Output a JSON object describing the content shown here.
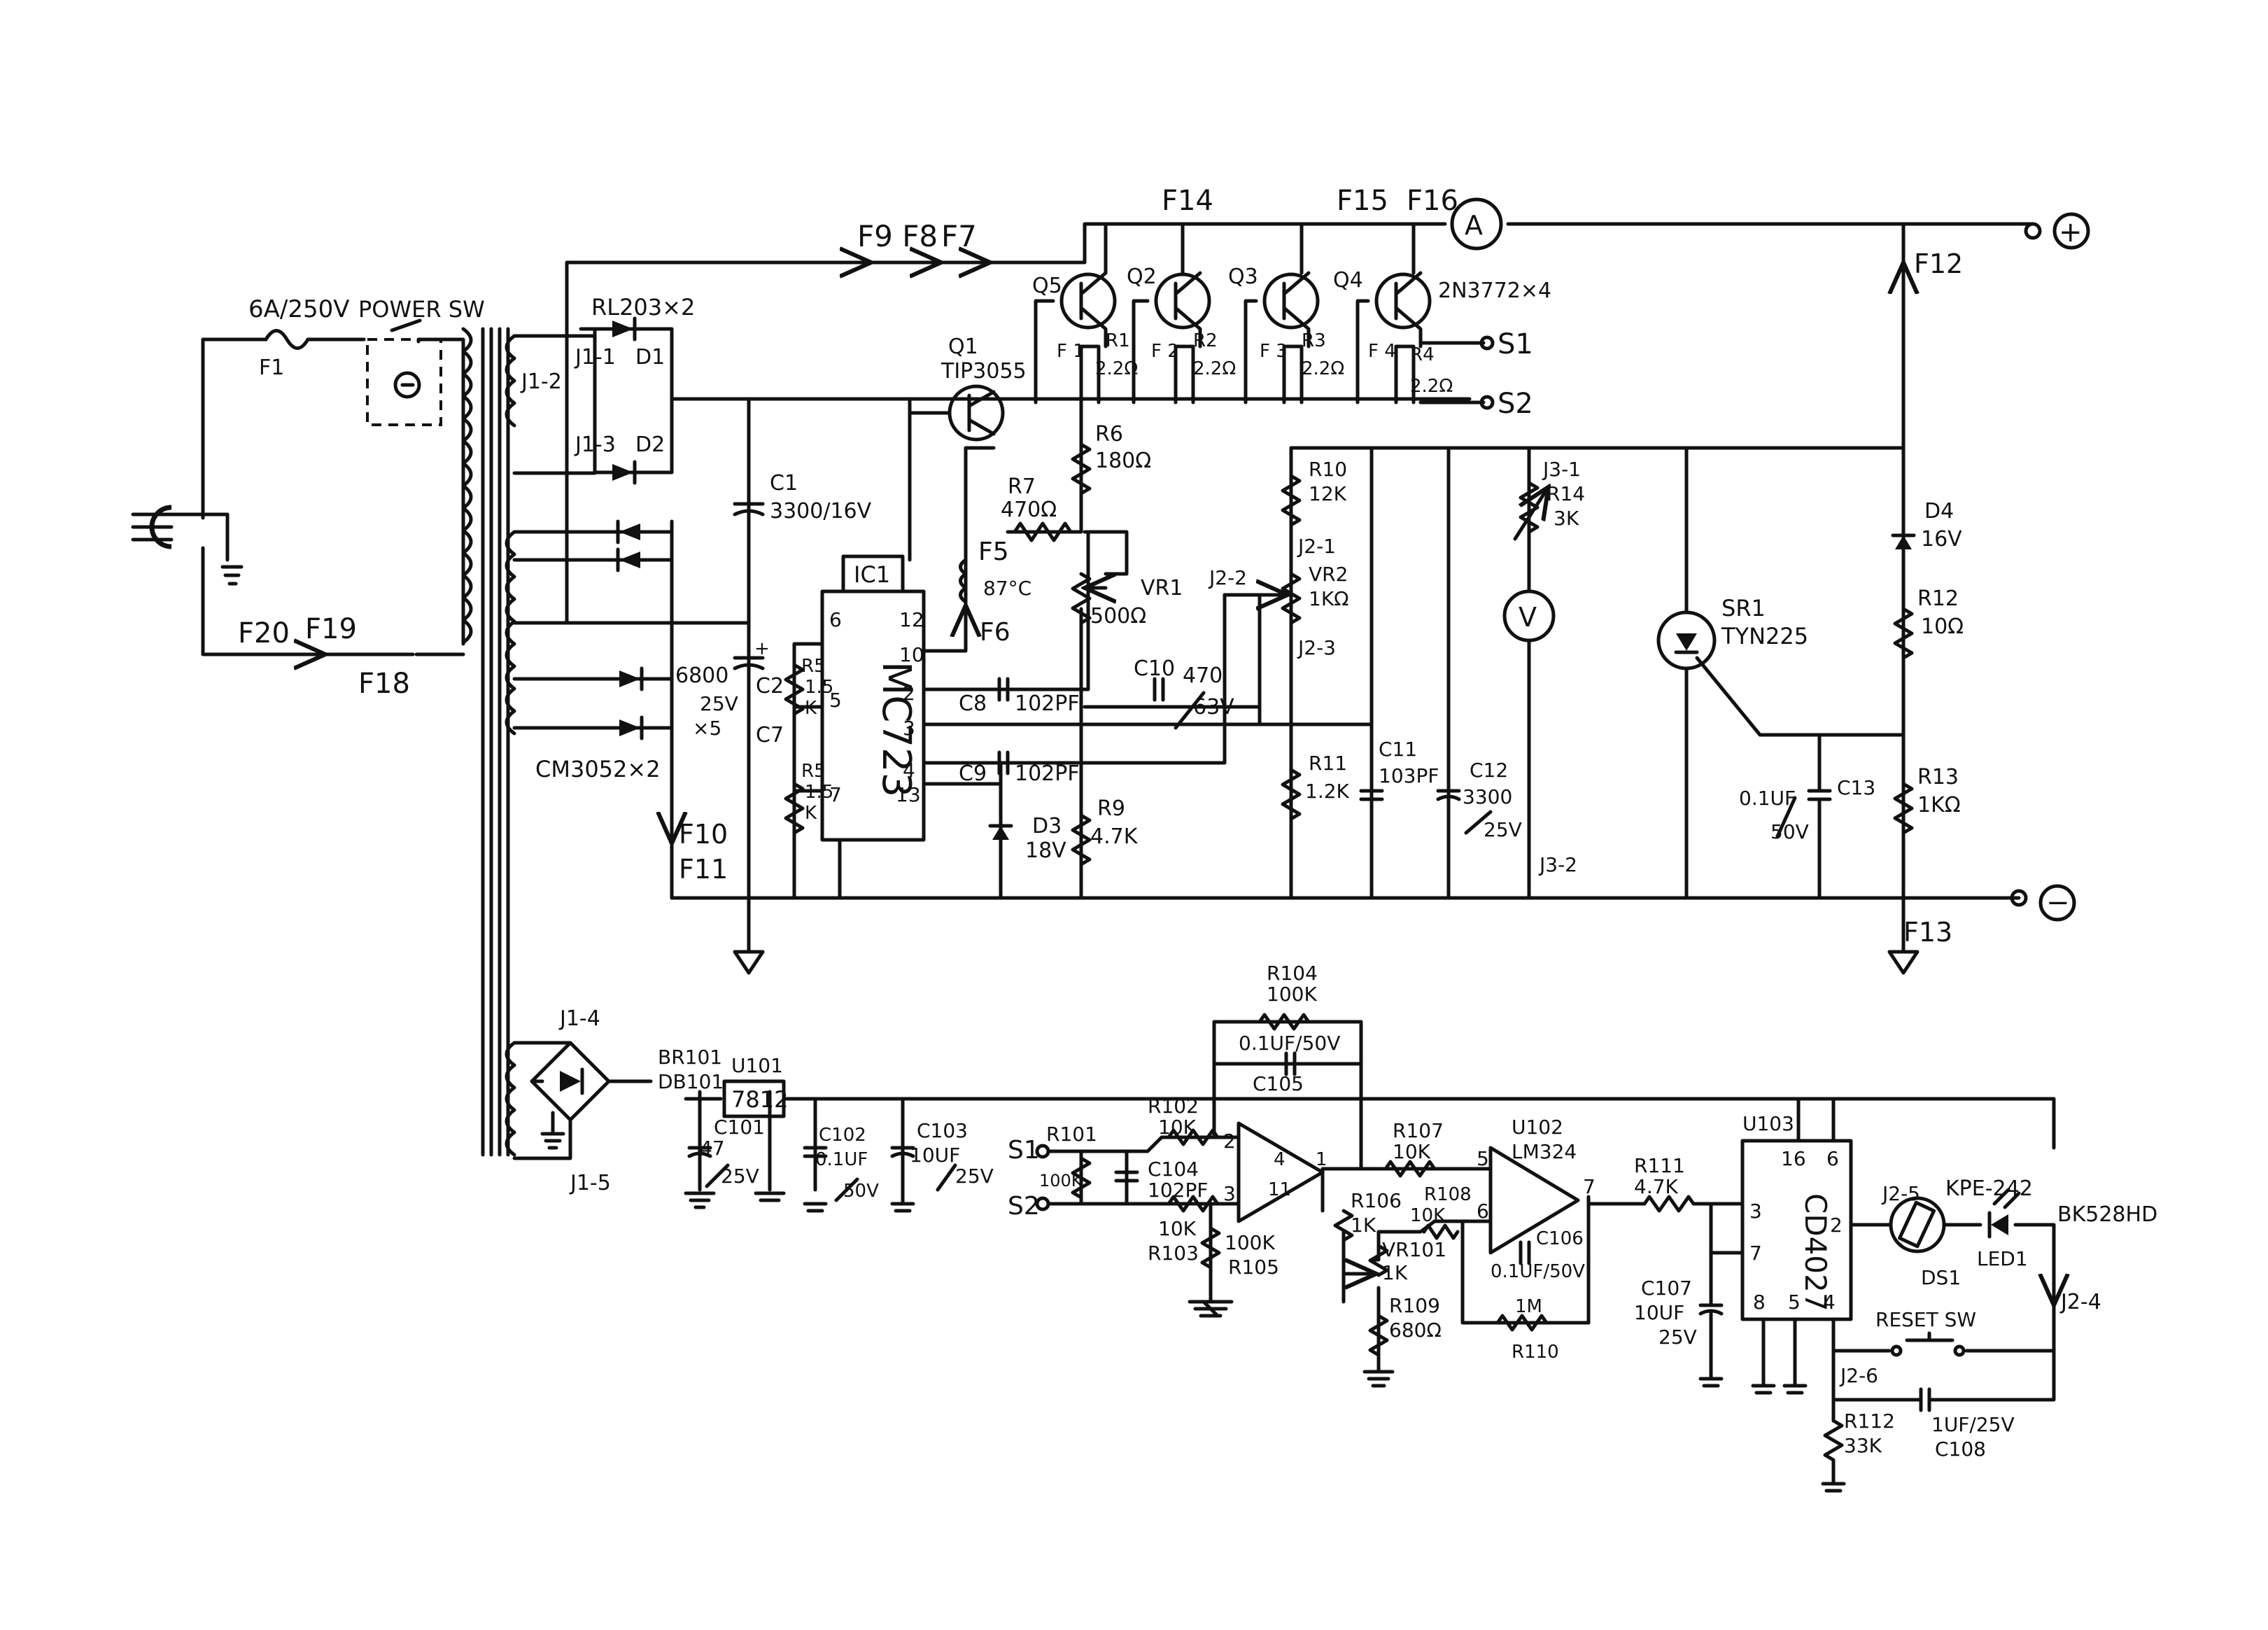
{
  "input": {
    "fuse": "6A/250V",
    "fuse_ref": "F1",
    "power_sw": "POWER SW",
    "f20": "F20",
    "f19": "F19",
    "f18": "F18"
  },
  "rectifier": {
    "diodes": "RL203×2",
    "j1_1": "J1-1",
    "d1": "D1",
    "j1_2": "J1-2",
    "j1_3": "J1-3",
    "d2": "D2",
    "cm": "CM3052×2",
    "cap_val": "6800",
    "cap_v": "25V",
    "cap_x": "×5",
    "c2": "C2",
    "c7": "C7",
    "f10": "F10",
    "f11": "F11"
  },
  "c1": {
    "ref": "C1",
    "val": "3300/16V"
  },
  "flow": {
    "f9f8": "F9 F8",
    "f7": "F7",
    "f14": "F14",
    "f15": "F15",
    "f16": "F16",
    "f12": "F12",
    "f13": "F13"
  },
  "ammeter": "A",
  "voltmeter": "V",
  "out_pos": "+",
  "out_neg": "−",
  "transistors": {
    "q5": "Q5",
    "q2": "Q2",
    "q3": "Q3",
    "q4": "Q4",
    "part": "2N3772×4",
    "q1": "Q1",
    "q1_part": "TIP3055",
    "r1": "R1",
    "r2": "R2",
    "r3": "R3",
    "r4": "R4",
    "rval": "2.2Ω",
    "f1": "F 1",
    "f2": "F 2",
    "f3": "F 3",
    "f4": "F 4",
    "s1": "S1",
    "s2": "S2"
  },
  "ic1": {
    "label": "IC1",
    "part": "MC723",
    "pins": [
      "6",
      "12",
      "10",
      "2",
      "3",
      "5",
      "4",
      "7",
      "13"
    ]
  },
  "regulator": {
    "r5a": "R5",
    "r5a_v": "1.5",
    "r5a_k": "K",
    "r5b": "R5",
    "r5b_v": "1.5",
    "r5b_k": "K",
    "r6": "R6",
    "r6_v": "180Ω",
    "r7": "R7",
    "r7_v": "470Ω",
    "f5": "F5",
    "f6": "F6",
    "thermo": "87°C",
    "vr1": "VR1",
    "vr1_v": "500Ω",
    "c8": "C8",
    "c8_v": "102PF",
    "c9": "C9",
    "c9_v": "102PF",
    "c10": "C10",
    "c10_v": "470",
    "c10_v2": "63V",
    "d3": "D3",
    "d3_v": "18V",
    "r9": "R9",
    "r9_v": "4.7K",
    "j2_2": "J2-2",
    "r10": "R10",
    "r10_v": "12K",
    "j2_1": "J2-1",
    "vr2": "VR2",
    "vr2_v": "1KΩ",
    "j2_3": "J2-3",
    "r11": "R11",
    "r11_v": "1.2K",
    "c11": "C11",
    "c11_v": "103PF",
    "c12": "C12",
    "c12_v": "3300",
    "c12_v2": "25V",
    "j3_1": "J3-1",
    "r14": "R14",
    "r14_v": "3K",
    "j3_2": "J3-2",
    "sr1": "SR1",
    "sr1_v": "TYN225",
    "d4": "D4",
    "d4_v": "16V",
    "r12": "R12",
    "r12_v": "10Ω",
    "c13": "C13",
    "c13_v": "0.1UF",
    "c13_v2": "50V",
    "r13": "R13",
    "r13_v": "1KΩ"
  },
  "protect": {
    "j1_4": "J1-4",
    "j1_5": "J1-5",
    "br101": "BR101",
    "db101": "DB101",
    "u101": "U101",
    "u101_v": "7812",
    "c101": "C101",
    "c101_v": "47",
    "c101_v2": "25V",
    "c102": "C102",
    "c102_v": "0.1UF",
    "c102_v2": "50V",
    "c103": "C103",
    "c103_v": "10UF",
    "c103_v2": "25V",
    "s1": "S1",
    "s2": "S2",
    "r101": "R101",
    "r101_v": "100K",
    "r102": "R102",
    "r102_v": "10K",
    "c104": "C104",
    "c104_v": "102PF",
    "r103": "R103",
    "r103_v": "10K",
    "r105": "R105",
    "r105_v": "100K",
    "r104": "R104",
    "r104_v": "100K",
    "c105": "C105",
    "c105_v": "0.1UF/50V",
    "r106": "R106",
    "r106_v": "1K",
    "r107": "R107",
    "r107_v": "10K",
    "r108": "R108",
    "r108_v": "10K",
    "vr101": "VR101",
    "vr101_v": "1K",
    "r109": "R109",
    "r109_v": "680Ω",
    "u102": "U102",
    "u102_v": "LM324",
    "c106": "C106",
    "c106_v": "0.1UF/50V",
    "r110": "R110",
    "r110_v": "1M",
    "r111": "R111",
    "r111_v": "4.7K",
    "c107": "C107",
    "c107_v": "10UF",
    "c107_v2": "25V",
    "u103": "U103",
    "u103_v": "CD4027",
    "j2_5": "J2-5",
    "kpe": "KPE-242",
    "ds1": "DS1",
    "led1": "LED1",
    "bk": "BK528HD",
    "j2_4": "J2-4",
    "reset": "RESET SW",
    "j2_6": "J2-6",
    "r112": "R112",
    "r112_v": "33K",
    "c108": "C108",
    "c108_v": "1UF/25V",
    "pin_4": "4",
    "pin_11": "11",
    "pin_1": "1",
    "pin_2": "2",
    "pin_3": "3",
    "pin_5": "5",
    "pin_6": "6",
    "pin_7": "7",
    "u103_pins": [
      "16",
      "6",
      "3",
      "7",
      "2",
      "8",
      "5",
      "4"
    ]
  }
}
